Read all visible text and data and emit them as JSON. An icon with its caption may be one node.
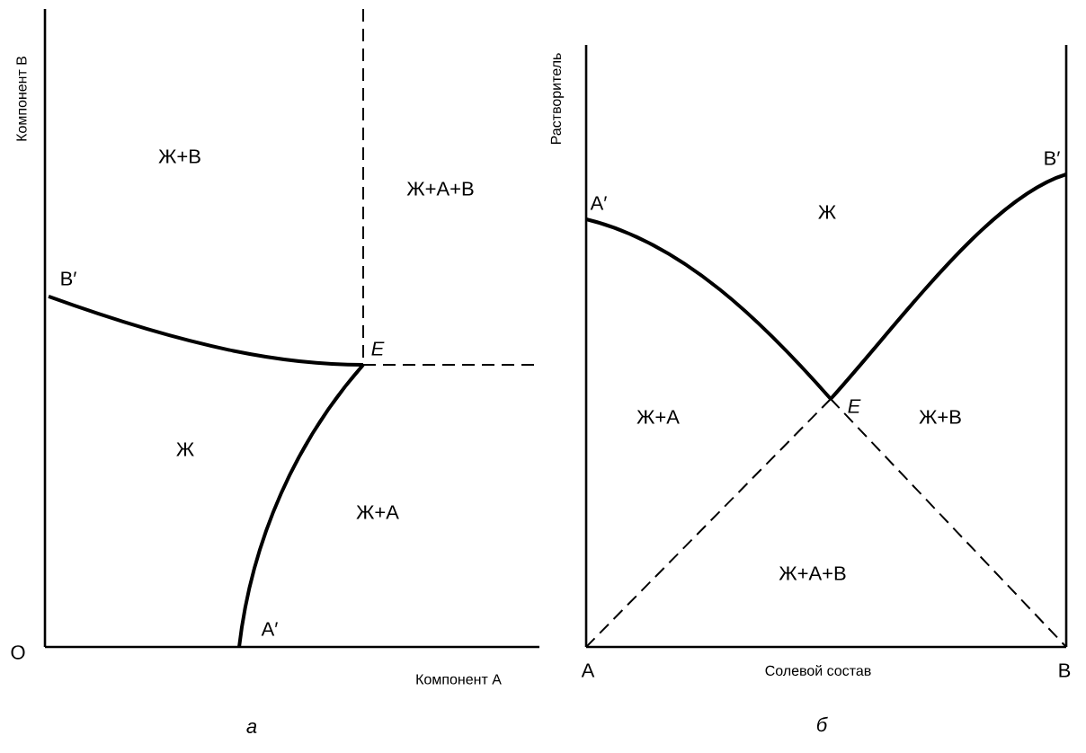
{
  "diagram": {
    "labels": [
      "Компонент B",
      "Ж+B",
      "Ж+A+B",
      "B′",
      "E",
      "Ж",
      "Ж+A",
      "O",
      "A′",
      "Компонент A",
      "а",
      "Растворитель",
      "B′",
      "A′",
      "Ж",
      "Ж+A",
      "E",
      "Ж+B",
      "Ж+A+B",
      "A",
      "Солевой состав",
      "B",
      "б"
    ]
  }
}
